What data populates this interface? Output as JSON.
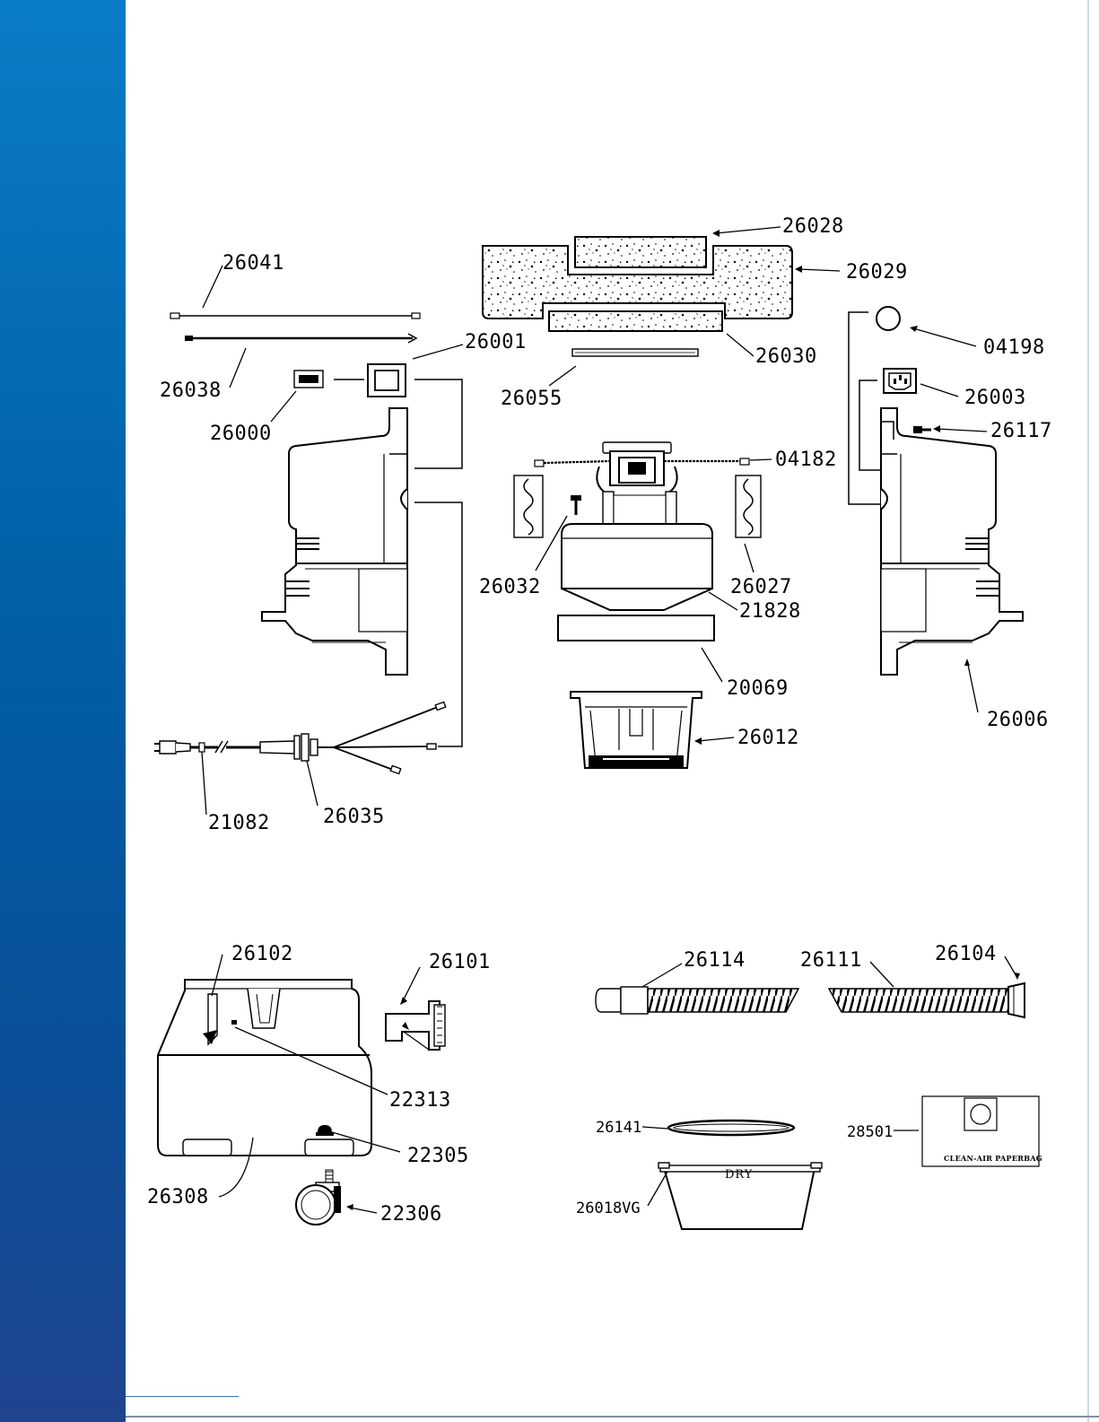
{
  "diagram": {
    "part_labels": {
      "p26028": "26028",
      "p26029": "26029",
      "p26041": "26041",
      "p26038": "26038",
      "p26001": "26001",
      "p26000": "26000",
      "p26030": "26030",
      "p26055": "26055",
      "p04198": "04198",
      "p26003": "26003",
      "p26117": "26117",
      "p04182": "04182",
      "p26032": "26032",
      "p26027": "26027",
      "p21828": "21828",
      "p20069": "20069",
      "p26006": "26006",
      "p26012": "26012",
      "p21082": "21082",
      "p26035": "26035",
      "p26102": "26102",
      "p26101": "26101",
      "p22313": "22313",
      "p22305": "22305",
      "p26308": "26308",
      "p22306": "22306",
      "p26114": "26114",
      "p26111": "26111",
      "p26104": "26104",
      "p26141": "26141",
      "p28501": "28501",
      "p26018VG": "26018VG"
    },
    "bag_label": "CLEAN-AIR PAPERBAG",
    "bowl_label": "DRY"
  },
  "colors": {
    "sidebar_top": "#0b7cc8",
    "sidebar_bottom": "#20448e",
    "ink": "#000000"
  }
}
